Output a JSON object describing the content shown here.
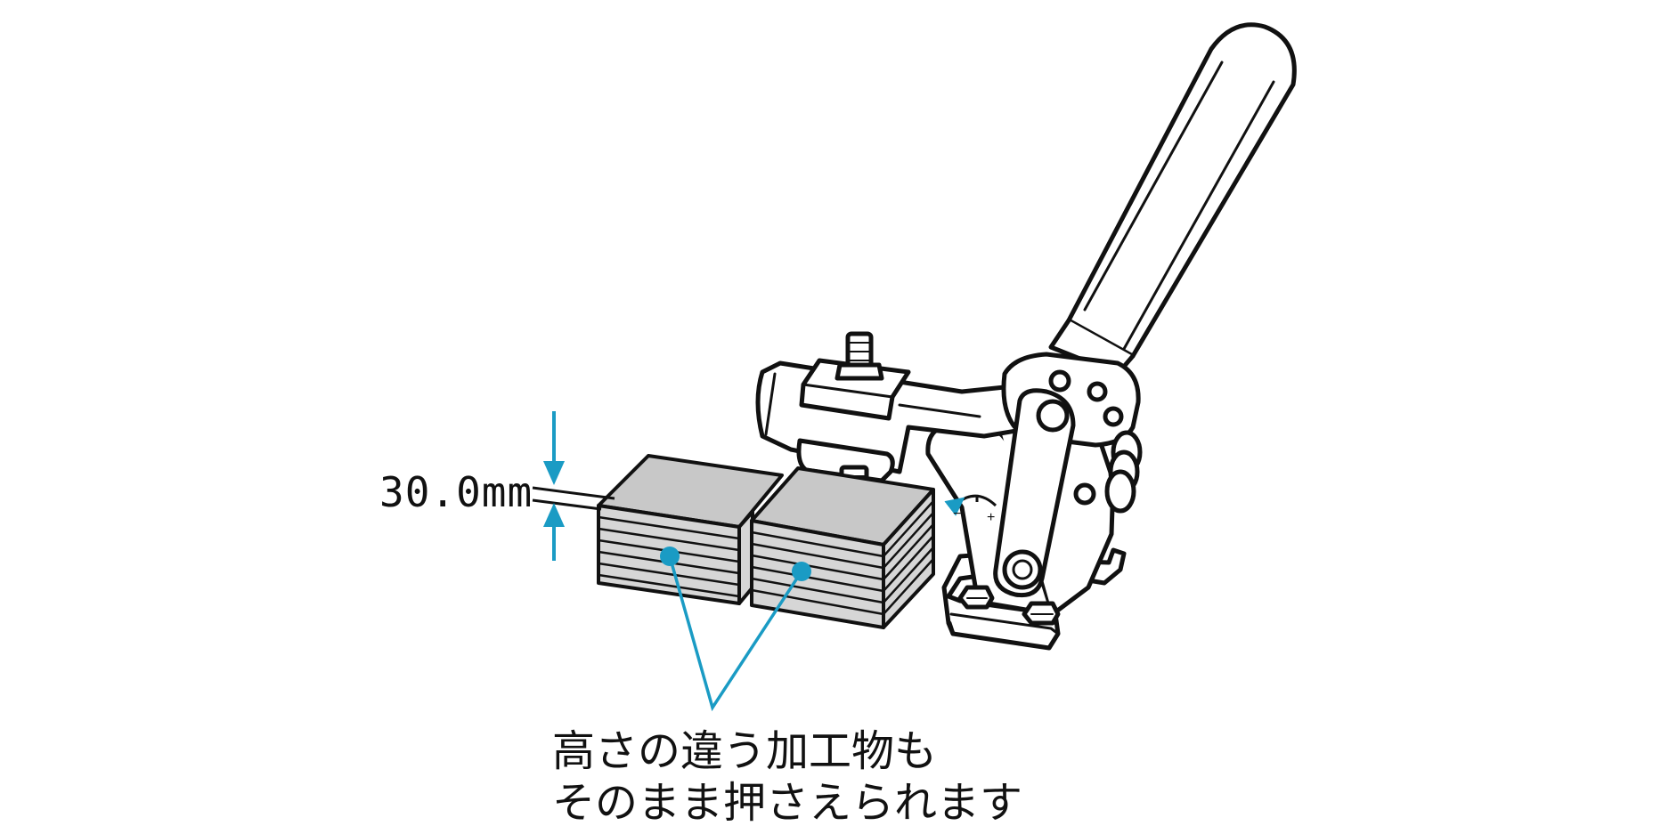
{
  "dimension": {
    "label": "30.0mm"
  },
  "caption": {
    "line1": "高さの違う加工物も",
    "line2": "そのまま押さえられます"
  },
  "clamp_scale": {
    "minus": "−",
    "plus": "+"
  },
  "colors": {
    "accent": "#1a9bc4",
    "outline": "#111111",
    "block_fill": "#c8c8c8",
    "block_side": "#d6d6d6",
    "background": "#ffffff"
  }
}
